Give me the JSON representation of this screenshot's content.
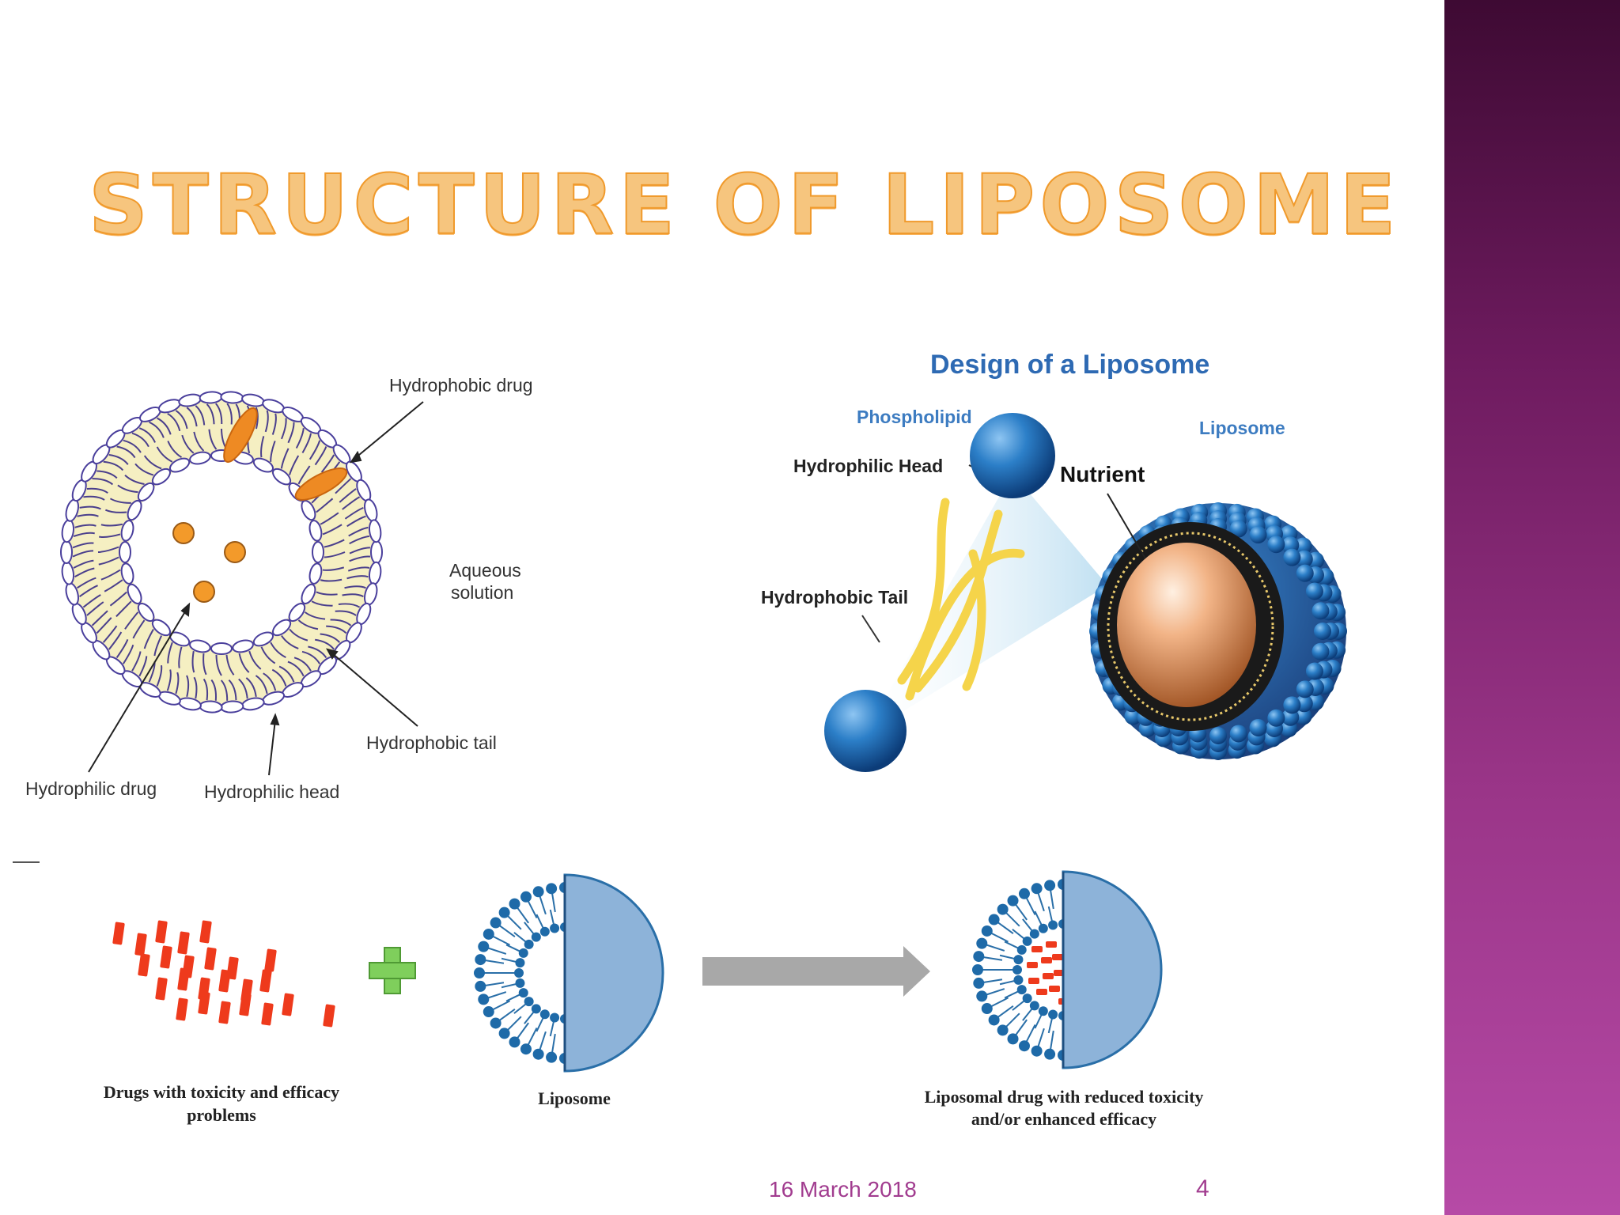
{
  "slide": {
    "title": "STRUCTURE OF LIPOSOME",
    "footer_date": "16 March 2018",
    "page_number": "4",
    "colors": {
      "accent": "#f09a2c",
      "side_band": "#9a3588",
      "footer": "#a13c8f"
    }
  },
  "diagram_left": {
    "labels": {
      "hydrophobic_drug": "Hydrophobic drug",
      "aqueous_solution_1": "Aqueous",
      "aqueous_solution_2": "solution",
      "hydrophobic_tail": "Hydrophobic tail",
      "hydrophilic_drug": "Hydrophilic drug",
      "hydrophilic_head": "Hydrophilic head"
    }
  },
  "diagram_right": {
    "title": "Design of a Liposome",
    "labels": {
      "phospholipid": "Phospholipid",
      "liposome": "Liposome",
      "hydrophilic_head": "Hydrophilic Head",
      "nutrient": "Nutrient",
      "hydrophobic_tail": "Hydrophobic Tail"
    }
  },
  "diagram_bottom": {
    "captions": {
      "drugs_line1": "Drugs with toxicity and efficacy",
      "drugs_line2": "problems",
      "liposome": "Liposome",
      "result_line1": "Liposomal drug with reduced toxicity",
      "result_line2": "and/or enhanced efficacy"
    }
  }
}
